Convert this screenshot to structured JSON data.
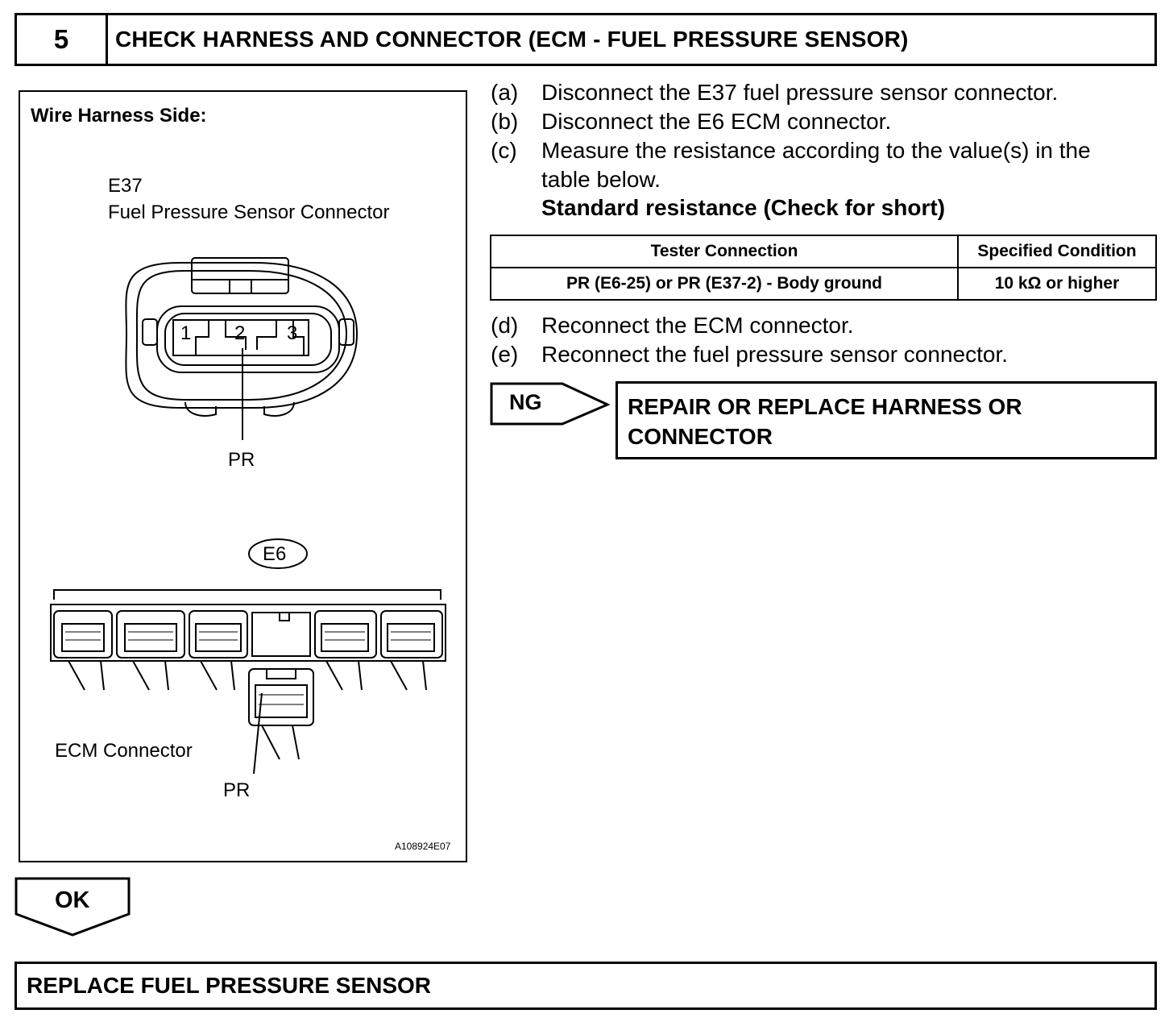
{
  "header": {
    "step_number": "5",
    "title": "CHECK HARNESS AND CONNECTOR (ECM - FUEL PRESSURE SENSOR)"
  },
  "figure": {
    "heading": "Wire Harness Side:",
    "connector_id": "E37",
    "connector_name": "Fuel Pressure Sensor Connector",
    "pin_1": "1",
    "pin_2": "2",
    "pin_3": "3",
    "sensor_terminal_label": "PR",
    "ecm_connector_id": "E6",
    "ecm_label": "ECM Connector",
    "ecm_terminal_label": "PR",
    "figure_code": "A108924E07"
  },
  "steps": [
    {
      "label": "(a)",
      "text": "Disconnect the E37 fuel pressure sensor connector."
    },
    {
      "label": "(b)",
      "text": "Disconnect the E6 ECM connector."
    },
    {
      "label": "(c)",
      "text": "Measure the resistance according to the value(s) in the",
      "text2": "table below."
    },
    {
      "label": "(d)",
      "text": "Reconnect the ECM connector."
    },
    {
      "label": "(e)",
      "text": "Reconnect the fuel pressure sensor connector."
    }
  ],
  "standard_heading": "Standard resistance (Check for short)",
  "table": {
    "headers": [
      "Tester Connection",
      "Specified Condition"
    ],
    "rows": [
      [
        "PR (E6-25) or PR (E37-2) - Body ground",
        "10 kΩ or higher"
      ]
    ]
  },
  "ng": {
    "label": "NG",
    "result_line1": "REPAIR OR REPLACE HARNESS OR",
    "result_line2": "CONNECTOR"
  },
  "ok": {
    "label": "OK"
  },
  "final_action": "REPLACE FUEL PRESSURE SENSOR"
}
